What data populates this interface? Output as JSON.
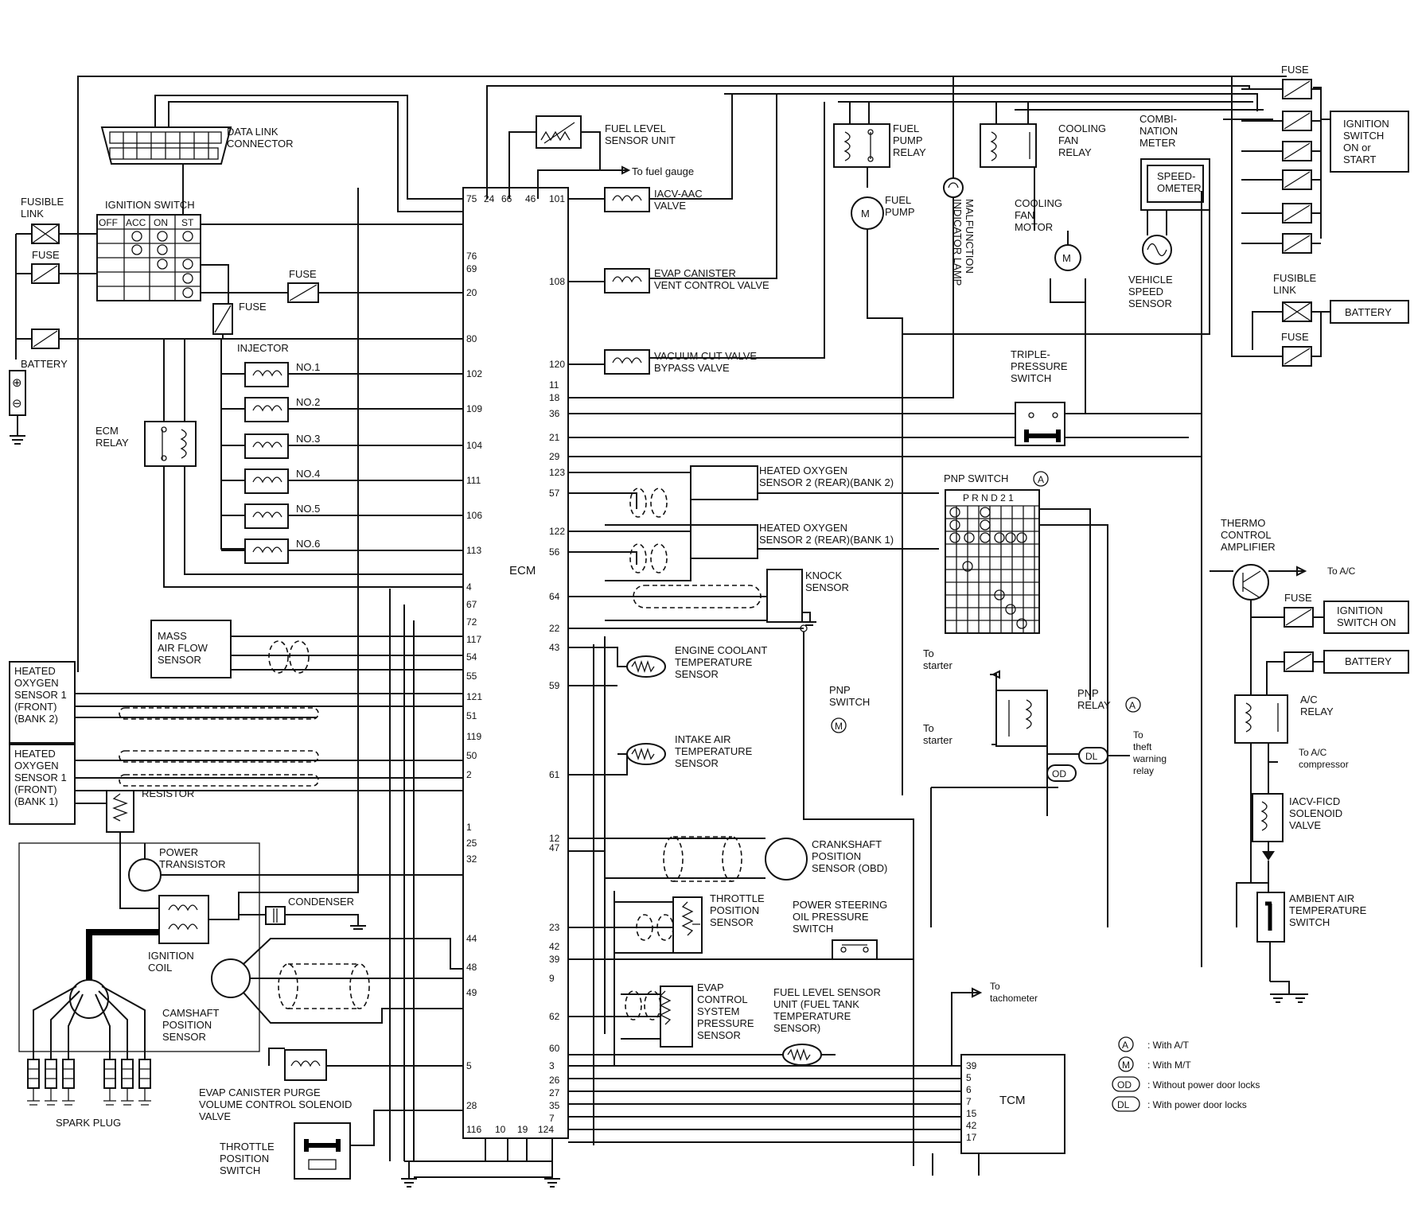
{
  "ecm": {
    "label": "ECM",
    "left_pins": [
      "75",
      "24",
      "66",
      "46",
      "76",
      "69",
      "20",
      "80",
      "102",
      "109",
      "104",
      "111",
      "106",
      "113",
      "4",
      "67",
      "72",
      "117",
      "54",
      "55",
      "121",
      "51",
      "119",
      "50",
      "2",
      "1",
      "25",
      "32",
      "44",
      "48",
      "49",
      "5",
      "28",
      "116",
      "10",
      "19",
      "124"
    ],
    "right_pins": [
      "101",
      "108",
      "120",
      "11",
      "18",
      "36",
      "21",
      "29",
      "123",
      "57",
      "122",
      "56",
      "64",
      "22",
      "43",
      "59",
      "61",
      "12",
      "47",
      "23",
      "42",
      "39",
      "9",
      "62",
      "60",
      "3",
      "26",
      "27",
      "35",
      "7"
    ]
  },
  "components": {
    "data_link": "DATA LINK\nCONNECTOR",
    "fusible_link_left": "FUSIBLE\nLINK",
    "fuse": "FUSE",
    "battery": "BATTERY",
    "ignition_switch": "IGNITION SWITCH",
    "ign_cols": [
      "OFF",
      "ACC",
      "ON",
      "ST"
    ],
    "injector": "INJECTOR",
    "injectors": [
      "NO.1",
      "NO.2",
      "NO.3",
      "NO.4",
      "NO.5",
      "NO.6"
    ],
    "ecm_relay": "ECM\nRELAY",
    "maf": "MASS\nAIR FLOW\nSENSOR",
    "ho2s_bank2": "HEATED\nOXYGEN\nSENSOR 1\n(FRONT)\n(BANK 2)",
    "ho2s_bank1": "HEATED\nOXYGEN\nSENSOR 1\n(FRONT)\n(BANK 1)",
    "resistor": "RESISTOR",
    "power_transistor": "POWER\nTRANSISTOR",
    "condenser": "CONDENSER",
    "ignition_coil": "IGNITION\nCOIL",
    "camshaft": "CAMSHAFT\nPOSITION\nSENSOR",
    "spark_plug": "SPARK PLUG",
    "evap_purge": "EVAP CANISTER PURGE\nVOLUME CONTROL SOLENOID\nVALVE",
    "tps_switch": "THROTTLE\nPOSITION\nSWITCH",
    "fuel_level": "FUEL LEVEL\nSENSOR UNIT",
    "to_fuel_gauge": "To fuel gauge",
    "iacv_aac": "IACV-AAC\nVALVE",
    "evap_vent": "EVAP CANISTER\nVENT CONTROL VALVE",
    "vacuum_cut": "VACUUM CUT VALVE\nBYPASS VALVE",
    "fuel_pump_relay": "FUEL\nPUMP\nRELAY",
    "fuel_pump": "FUEL\nPUMP",
    "mil": "MALFUNCTION\nINDICATOR LAMP",
    "cooling_fan_relay": "COOLING\nFAN\nRELAY",
    "cooling_fan_motor": "COOLING\nFAN\nMOTOR",
    "combi_meter": "COMBI-\nNATION\nMETER",
    "speedometer": "SPEED-\nOMETER",
    "vss": "VEHICLE\nSPEED\nSENSOR",
    "fuse_top": "FUSE",
    "ign_on_start": "IGNITION\nSWITCH\nON or\nSTART",
    "fusible_link_right": "FUSIBLE\nLINK",
    "battery_right": "BATTERY",
    "triple_pressure": "TRIPLE-\nPRESSURE\nSWITCH",
    "ho2s2_bank2": "HEATED OXYGEN\nSENSOR 2 (REAR)(BANK 2)",
    "ho2s2_bank1": "HEATED OXYGEN\nSENSOR 2 (REAR)(BANK 1)",
    "knock": "KNOCK\nSENSOR",
    "pnp_switch_a": "PNP SWITCH",
    "pnp_cols": "P R N D 2 1",
    "thermo": "THERMO\nCONTROL\nAMPLIFIER",
    "to_ac": "To A/C",
    "ign_on": "IGNITION\nSWITCH ON",
    "battery_ac": "BATTERY",
    "ac_relay": "A/C\nRELAY",
    "to_ac_comp": "To A/C\ncompressor",
    "iacv_ficd": "IACV-FICD\nSOLENOID\nVALVE",
    "ambient": "AMBIENT AIR\nTEMPERATURE\nSWITCH",
    "ect": "ENGINE COOLANT\nTEMPERATURE\nSENSOR",
    "iat": "INTAKE AIR\nTEMPERATURE\nSENSOR",
    "pnp_switch_m": "PNP\nSWITCH",
    "to_starter1": "To\nstarter",
    "to_starter2": "To\nstarter",
    "pnp_relay": "PNP\nRELAY",
    "to_theft": "To\ntheft\nwarning\nrelay",
    "ckp": "CRANKSHAFT\nPOSITION\nSENSOR (OBD)",
    "tps": "THROTTLE\nPOSITION\nSENSOR",
    "ps_switch": "POWER STEERING\nOIL PRESSURE\nSWITCH",
    "evap_press": "EVAP\nCONTROL\nSYSTEM\nPRESSURE\nSENSOR",
    "fuel_temp": "FUEL LEVEL SENSOR\nUNIT (FUEL TANK\nTEMPERATURE\nSENSOR)",
    "to_tach": "To\ntachometer",
    "tcm": "TCM",
    "tcm_pins": [
      "39",
      "5",
      "6",
      "7",
      "15",
      "42",
      "17"
    ]
  },
  "legend": [
    {
      "sym": "A",
      "text": ": With A/T"
    },
    {
      "sym": "M",
      "text": ": With M/T"
    },
    {
      "sym": "OD",
      "text": ": Without power door locks"
    },
    {
      "sym": "DL",
      "text": ": With power door locks"
    }
  ]
}
